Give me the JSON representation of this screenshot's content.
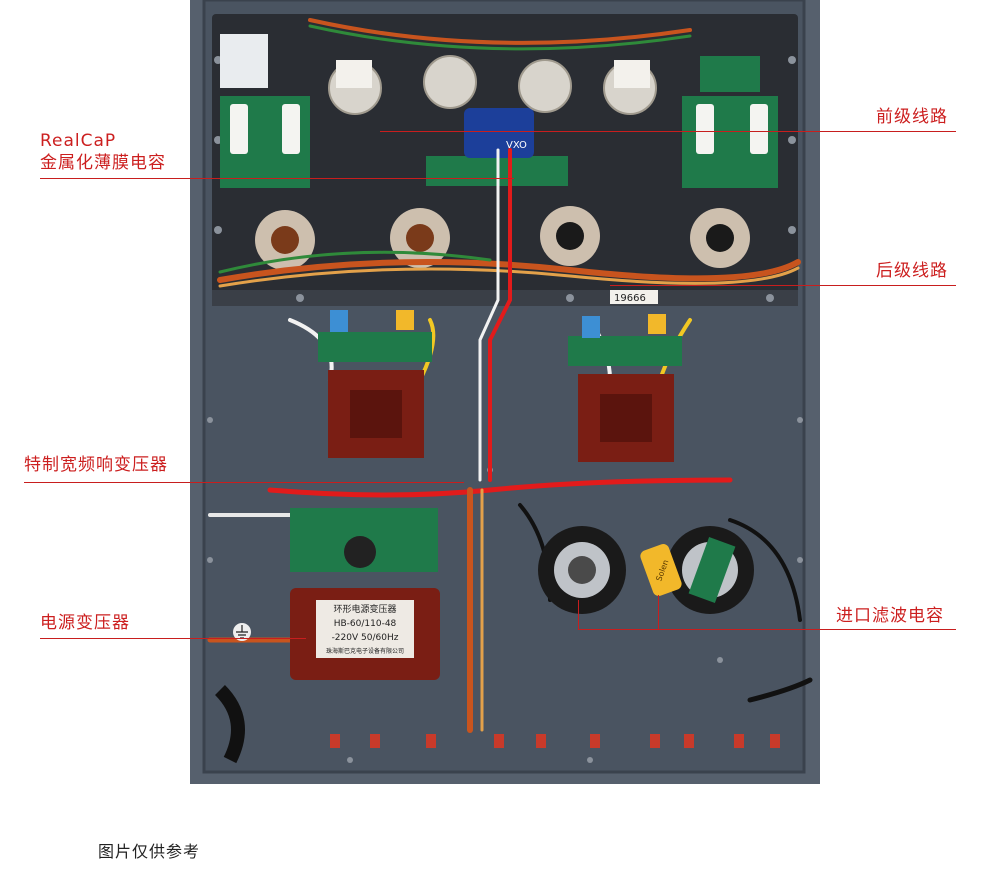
{
  "callouts": {
    "realcap_line1": "RealCaP",
    "realcap_line2": "金属化薄膜电容",
    "preamp": "前级线路",
    "poweramp": "后级线路",
    "output_transformer": "特制宽频响变压器",
    "power_transformer": "电源变压器",
    "filter_caps": "进口滤波电容"
  },
  "transformer_label": {
    "line1": "环形电源变压器",
    "line2": "HB-60/110-48",
    "line3": "-220V 50/60Hz",
    "line4": "珠海斯巴克电子设备有限公司"
  },
  "board_marks": {
    "capacitor_text": "VXO",
    "tape_number": "19666",
    "yellow_cap_text": "Solen"
  },
  "caption": "图片仅供参考",
  "colors": {
    "accent_red": "#cc1f1f",
    "chassis": "#4a5461",
    "pcb_green": "#1f7a4a",
    "transformer_brown": "#7a1e14"
  }
}
